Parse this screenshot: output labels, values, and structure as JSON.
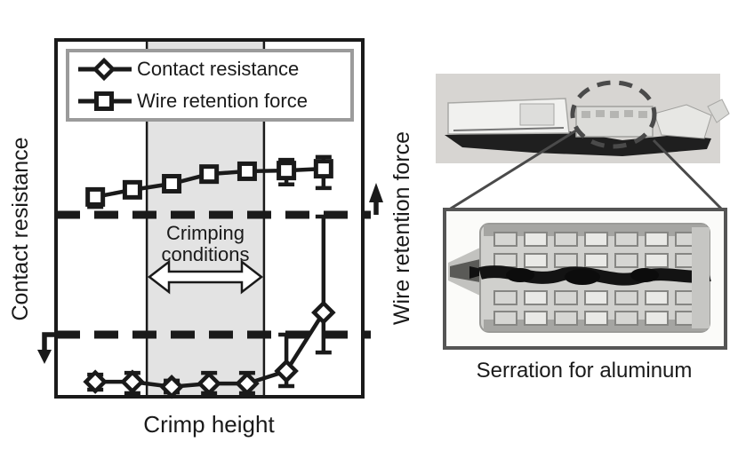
{
  "figure": {
    "ink_color": "#1a1a1a",
    "background": "#ffffff"
  },
  "chart": {
    "xlabel": "Crimp height",
    "left_axis_label": "Contact resistance",
    "right_axis_label": "Wire retention force",
    "band_label_line1": "Crimping",
    "band_label_line2": "conditions",
    "band_color": "#e3e3e3",
    "legend_border_color": "#9b9b9b",
    "legend": [
      {
        "label": "Contact resistance",
        "marker": "diamond"
      },
      {
        "label": "Wire retention force",
        "marker": "square"
      }
    ]
  },
  "chart_data": {
    "type": "line",
    "title": "",
    "xlabel": "Crimp height",
    "ylabel_left": "Contact resistance",
    "ylabel_right": "Wire retention force",
    "axes_note": "qualitative sketch - no numeric ticks shown; values are percent of plot height/width",
    "x_pct": [
      12.8,
      24.9,
      37.7,
      49.9,
      62.3,
      75.1,
      87.2
    ],
    "series": [
      {
        "name": "Contact resistance",
        "axis": "left",
        "marker": "diamond",
        "values_pct": [
          4.2,
          4.2,
          2.8,
          3.7,
          3.7,
          7.2,
          23.6
        ],
        "err_lo_pct": [
          2.0,
          1.0,
          1.2,
          1.0,
          1.0,
          3.0,
          12.4
        ],
        "err_hi_pct": [
          6.2,
          6.7,
          4.5,
          6.7,
          6.7,
          17.4,
          50.5
        ]
      },
      {
        "name": "Wire retention force",
        "axis": "right",
        "marker": "square",
        "values_pct": [
          56.0,
          58.0,
          59.7,
          62.4,
          63.2,
          63.4,
          63.9
        ],
        "err_lo_pct": [
          53.2,
          null,
          null,
          null,
          null,
          59.5,
          58.5
        ],
        "err_hi_pct": [
          56.8,
          null,
          null,
          null,
          null,
          66.4,
          67.2
        ]
      }
    ],
    "thresholds": [
      {
        "name": "wire-retention-minimum",
        "y_pct": 51.0,
        "style": "dashed",
        "arrow": "up"
      },
      {
        "name": "contact-resistance-limit",
        "y_pct": 17.4,
        "style": "dashed",
        "arrow": "down"
      }
    ],
    "band": {
      "x0_pct": 29.6,
      "x1_pct": 67.8,
      "label": "Crimping conditions"
    },
    "legend_position": "top-inside",
    "grid": false
  },
  "right_panel": {
    "caption": "Serration for aluminum",
    "photo_background": "#d7d5d2",
    "zoom_box_border_color": "#555555",
    "callout_color": "#4a4a4a"
  },
  "icons": {
    "legend_diamond_marker": "◇",
    "legend_square_marker": "□",
    "threshold_down_arrow": "↓",
    "threshold_up_arrow": "↑",
    "band_range_arrow": "↔",
    "highlight_ellipse": "◯"
  }
}
